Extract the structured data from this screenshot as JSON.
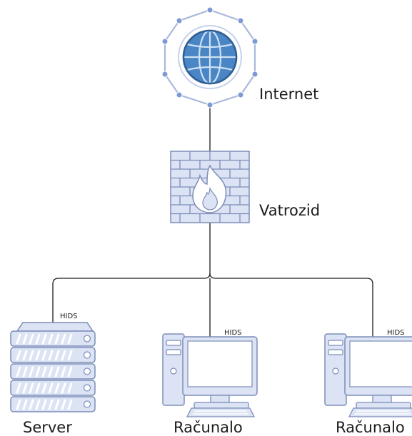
{
  "nodes": {
    "internet": {
      "label": "Internet",
      "icon": "globe-icon"
    },
    "firewall": {
      "label": "Vatrozid",
      "icon": "firewall-icon"
    },
    "server": {
      "label": "Server",
      "icon": "server-icon",
      "tag": "HIDS"
    },
    "computer1": {
      "label": "Računalo",
      "icon": "desktop-computer-icon",
      "tag": "HIDS"
    },
    "computer2": {
      "label": "Računalo",
      "icon": "desktop-computer-icon",
      "tag": "HIDS"
    }
  },
  "colors": {
    "icon_fill": "#dbe3f4",
    "icon_stroke": "#7d8db8",
    "globe_blue": "#4a86c5",
    "line": "#1a1a1a"
  }
}
